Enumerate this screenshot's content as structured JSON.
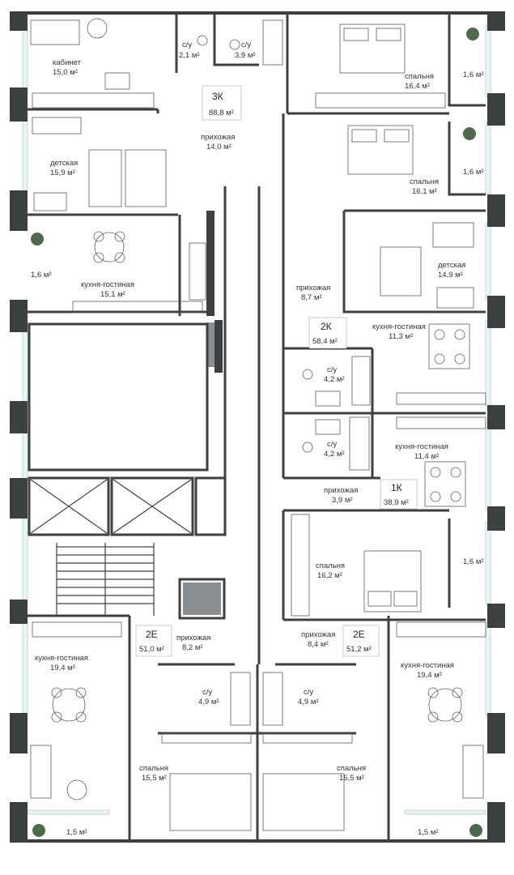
{
  "apartments": [
    {
      "id": "3k",
      "code": "3К",
      "area": "88,8 м²"
    },
    {
      "id": "2k",
      "code": "2К",
      "area": "58,4 м²"
    },
    {
      "id": "1k",
      "code": "1К",
      "area": "38,9 м²"
    },
    {
      "id": "2e-left",
      "code": "2Е",
      "area": "51,0 м²"
    },
    {
      "id": "2e-right",
      "code": "2Е",
      "area": "51,2 м²"
    }
  ],
  "rooms": [
    {
      "id": "office",
      "name": "кабинет",
      "area": "15,0 м²"
    },
    {
      "id": "bath-3k-a",
      "name": "с/у",
      "area": "2,1 м²"
    },
    {
      "id": "bath-3k-b",
      "name": "с/у",
      "area": "3,9 м²"
    },
    {
      "id": "bedroom-3k",
      "name": "спальня",
      "area": "16,4 м²"
    },
    {
      "id": "balcony-3k-top",
      "name": "",
      "area": "1,6 м²"
    },
    {
      "id": "hall-3k",
      "name": "прихожая",
      "area": "14,0 м²"
    },
    {
      "id": "kids-3k",
      "name": "детская",
      "area": "15,9 м²"
    },
    {
      "id": "bedroom-2k",
      "name": "спальня",
      "area": "16,1 м²"
    },
    {
      "id": "balcony-2k",
      "name": "",
      "area": "1,6 м²"
    },
    {
      "id": "balcony-3k-left",
      "name": "",
      "area": "1,6 м²"
    },
    {
      "id": "kitchen-3k",
      "name": "кухня-гостиная",
      "area": "15,1 м²"
    },
    {
      "id": "kids-2k",
      "name": "детская",
      "area": "14,9 м²"
    },
    {
      "id": "hall-2k",
      "name": "прихожая",
      "area": "8,7 м²"
    },
    {
      "id": "kitchen-2k",
      "name": "кухня-гостиная",
      "area": "11,3 м²"
    },
    {
      "id": "bath-2k",
      "name": "с/у",
      "area": "4,2 м²"
    },
    {
      "id": "bath-1k",
      "name": "с/у",
      "area": "4,2 м²"
    },
    {
      "id": "kitchen-1k",
      "name": "кухня-гостиная",
      "area": "11,4 м²"
    },
    {
      "id": "hall-1k",
      "name": "прихожая",
      "area": "3,9 м²"
    },
    {
      "id": "bedroom-1k",
      "name": "спальня",
      "area": "16,2 м²"
    },
    {
      "id": "balcony-1k",
      "name": "",
      "area": "1,6 м²"
    },
    {
      "id": "hall-2e-left",
      "name": "прихожая",
      "area": "8,2 м²"
    },
    {
      "id": "hall-2e-right",
      "name": "прихожая",
      "area": "8,4 м²"
    },
    {
      "id": "kitchen-2e-left",
      "name": "кухня-гостиная",
      "area": "19,4 м²"
    },
    {
      "id": "kitchen-2e-right",
      "name": "кухня-гостиная",
      "area": "19,4 м²"
    },
    {
      "id": "bath-2e-left",
      "name": "с/у",
      "area": "4,9 м²"
    },
    {
      "id": "bath-2e-right",
      "name": "с/у",
      "area": "4,9 м²"
    },
    {
      "id": "bedroom-2e-left",
      "name": "спальня",
      "area": "15,5 м²"
    },
    {
      "id": "bedroom-2e-right",
      "name": "спальня",
      "area": "15,5 м²"
    },
    {
      "id": "balcony-2e-left",
      "name": "",
      "area": "1,5 м²"
    },
    {
      "id": "balcony-2e-right",
      "name": "",
      "area": "1,5 м²"
    }
  ]
}
